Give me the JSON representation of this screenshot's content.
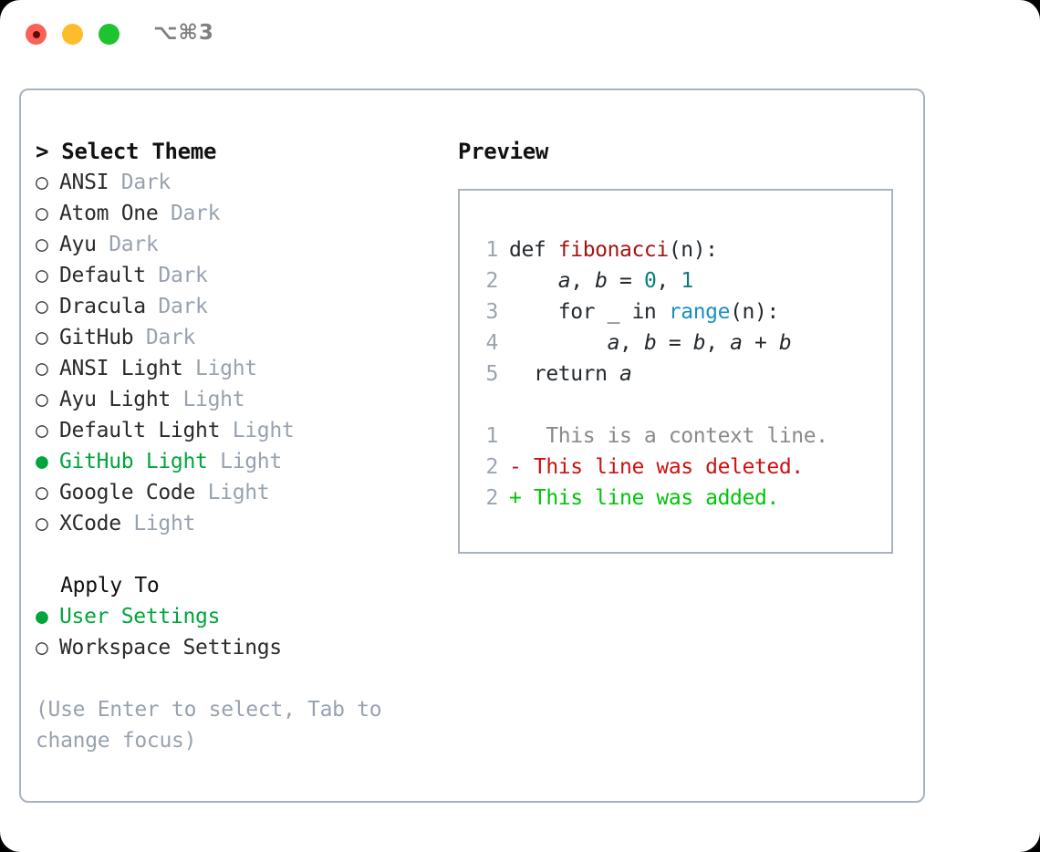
{
  "titlebar": {
    "shortcut_label": "⌥⌘3",
    "buttons": [
      {
        "name": "close",
        "color": "#fc6058"
      },
      {
        "name": "minimize",
        "color": "#fdbc2c"
      },
      {
        "name": "maximize",
        "color": "#1fc231"
      }
    ]
  },
  "theme_list": {
    "header": "> Select Theme",
    "selected_marker": "●",
    "unselected_marker": "○",
    "items": [
      {
        "marker": "○",
        "label": "ANSI",
        "tag": "Dark",
        "selected": false
      },
      {
        "marker": "○",
        "label": "Atom One",
        "tag": "Dark",
        "selected": false
      },
      {
        "marker": "○",
        "label": "Ayu",
        "tag": "Dark",
        "selected": false
      },
      {
        "marker": "○",
        "label": "Default",
        "tag": "Dark",
        "selected": false
      },
      {
        "marker": "○",
        "label": "Dracula",
        "tag": "Dark",
        "selected": false
      },
      {
        "marker": "○",
        "label": "GitHub",
        "tag": "Dark",
        "selected": false
      },
      {
        "marker": "○",
        "label": "ANSI Light",
        "tag": "Light",
        "selected": false
      },
      {
        "marker": "○",
        "label": "Ayu Light",
        "tag": "Light",
        "selected": false
      },
      {
        "marker": "○",
        "label": "Default Light",
        "tag": "Light",
        "selected": false
      },
      {
        "marker": "●",
        "label": "GitHub Light",
        "tag": "Light",
        "selected": true
      },
      {
        "marker": "○",
        "label": "Google Code",
        "tag": "Light",
        "selected": false
      },
      {
        "marker": "○",
        "label": "XCode",
        "tag": "Light",
        "selected": false
      }
    ]
  },
  "apply_to": {
    "header": "  Apply To",
    "items": [
      {
        "marker": "●",
        "label": "User Settings",
        "selected": true
      },
      {
        "marker": "○",
        "label": "Workspace Settings",
        "selected": false
      }
    ]
  },
  "hint": "(Use Enter to select, Tab to change focus)",
  "preview": {
    "title": "Preview",
    "code_lines": [
      {
        "number": "1",
        "tokens": [
          {
            "text": "def ",
            "type": "kw"
          },
          {
            "text": "fibonacci",
            "type": "fn"
          },
          {
            "text": "(n):",
            "type": "plain"
          }
        ]
      },
      {
        "number": "2",
        "tokens": [
          {
            "text": "    ",
            "type": "plain"
          },
          {
            "text": "a",
            "type": "var"
          },
          {
            "text": ", ",
            "type": "plain"
          },
          {
            "text": "b",
            "type": "var"
          },
          {
            "text": " = ",
            "type": "plain"
          },
          {
            "text": "0",
            "type": "num"
          },
          {
            "text": ", ",
            "type": "plain"
          },
          {
            "text": "1",
            "type": "num"
          }
        ]
      },
      {
        "number": "3",
        "tokens": [
          {
            "text": "    for _ in ",
            "type": "kw"
          },
          {
            "text": "range",
            "type": "builtin"
          },
          {
            "text": "(n):",
            "type": "plain"
          }
        ]
      },
      {
        "number": "4",
        "tokens": [
          {
            "text": "        ",
            "type": "plain"
          },
          {
            "text": "a",
            "type": "var"
          },
          {
            "text": ", ",
            "type": "plain"
          },
          {
            "text": "b",
            "type": "var"
          },
          {
            "text": " = ",
            "type": "plain"
          },
          {
            "text": "b",
            "type": "var"
          },
          {
            "text": ", ",
            "type": "plain"
          },
          {
            "text": "a",
            "type": "var"
          },
          {
            "text": " + ",
            "type": "plain"
          },
          {
            "text": "b",
            "type": "var"
          }
        ]
      },
      {
        "number": "5",
        "tokens": [
          {
            "text": "  return ",
            "type": "kw"
          },
          {
            "text": "a",
            "type": "var"
          }
        ]
      }
    ],
    "diff_lines": [
      {
        "number": "1",
        "sign": " ",
        "text": "  This is a context line.",
        "type": "ctx"
      },
      {
        "number": "2",
        "sign": "-",
        "text": " This line was deleted.",
        "type": "del"
      },
      {
        "number": "2",
        "sign": "+",
        "text": " This line was added.",
        "type": "add"
      }
    ]
  },
  "colors": {
    "accent_green": "#00a63c",
    "muted_gray": "#98a2af",
    "border": "#a8b2bf",
    "code_function": "#a31515",
    "code_number": "#0a7d7d",
    "code_builtin": "#1a8fc4",
    "diff_deleted": "#cc1111",
    "diff_added": "#00c40a",
    "diff_context": "#8a8a8a"
  }
}
